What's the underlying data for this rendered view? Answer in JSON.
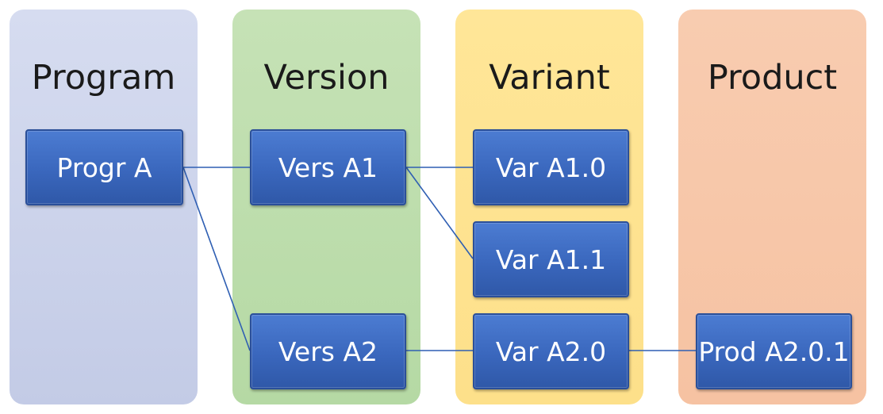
{
  "columns": {
    "program": "Program",
    "version": "Version",
    "variant": "Variant",
    "product": "Product"
  },
  "nodes": {
    "progr_a": "Progr A",
    "vers_a1": "Vers A1",
    "vers_a2": "Vers A2",
    "var_a1_0": "Var A1.0",
    "var_a1_1": "Var A1.1",
    "var_a2_0": "Var A2.0",
    "prod_a2_0_1": "Prod A2.0.1"
  },
  "colors": {
    "node_fill": "#3a67bd",
    "link": "#2f5fb3"
  }
}
